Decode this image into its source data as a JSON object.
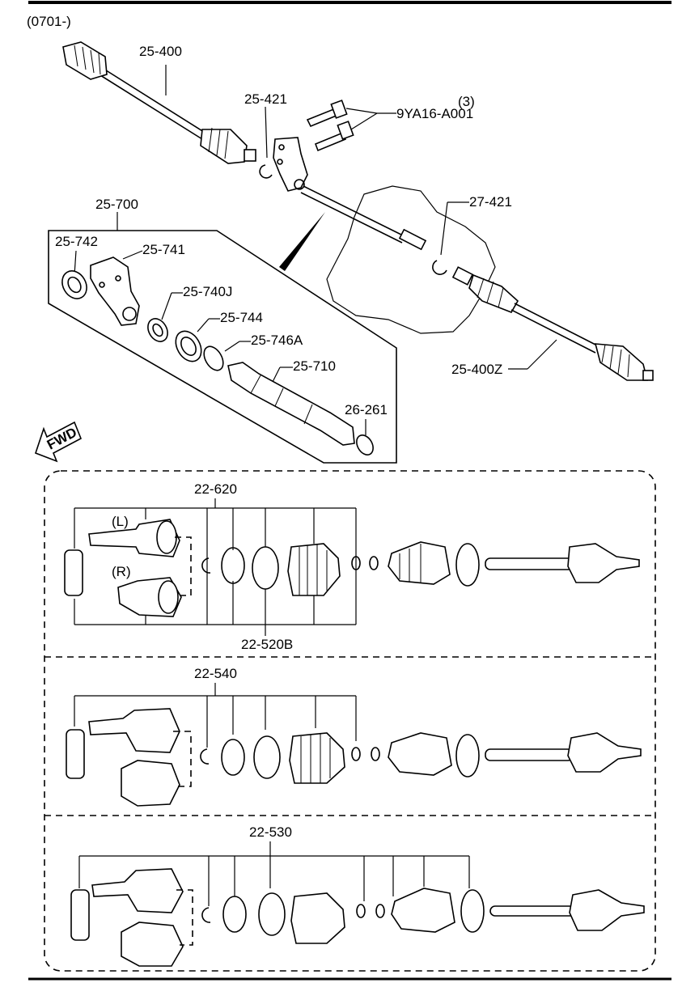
{
  "header": {
    "code": "(0701-)"
  },
  "callouts": {
    "axle_left": "25-400",
    "clip_421": "25-421",
    "bolt_qty": "(3)",
    "bolt": "9YA16-A001",
    "bearing_kit": "25-700",
    "clip_27421": "27-421",
    "seal_742": "25-742",
    "bracket_741": "25-741",
    "bearing_740j": "25-740J",
    "seal_744": "25-744",
    "ring_746a": "25-746A",
    "shaft_710": "25-710",
    "seal_26261": "26-261",
    "axle_right": "25-400Z",
    "fwd": "FWD",
    "kit_620": "22-620",
    "left_mark": "(L)",
    "right_mark": "(R)",
    "boot_520b": "22-520B",
    "kit_540": "22-540",
    "kit_530": "22-530"
  },
  "icons": [
    "fwd-arrow-icon",
    "grease-tube-icon",
    "cv-joint-icon",
    "boot-icon",
    "snap-ring-icon"
  ]
}
